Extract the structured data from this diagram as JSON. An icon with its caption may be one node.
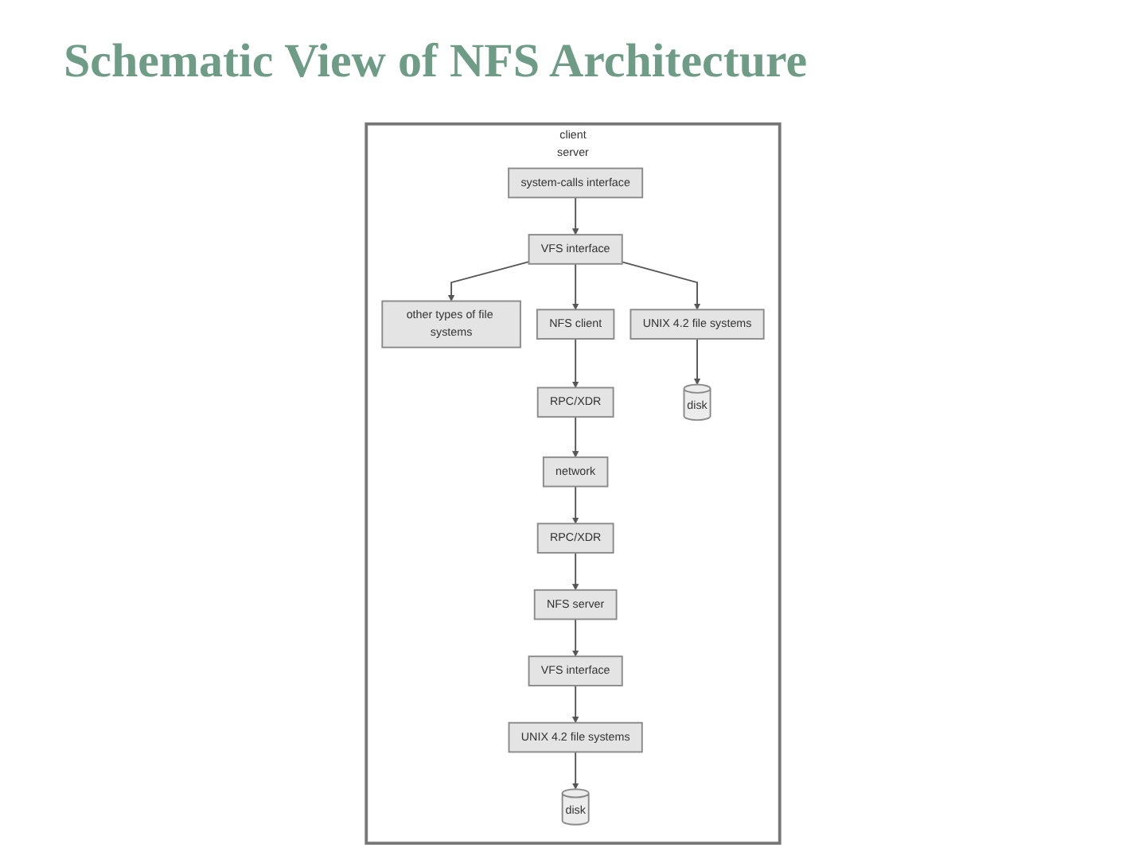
{
  "diagram": {
    "title": "Schematic View of NFS Architecture",
    "nodes": [
      {
        "text": [
          "client",
          "server"
        ]
      },
      {
        "text": [
          "system-calls interface"
        ],
        "in": 0
      },
      {
        "text": [
          "VFS interface"
        ],
        "in": 0
      },
      {
        "text": [
          "VFS interface"
        ],
        "in": 0
      },
      {
        "text": [
          "other types of file systems"
        ],
        "in": 0
      },
      {
        "text": [
          "UNIX 4.2 file systems"
        ],
        "in": 0
      },
      {
        "text": [
          "NFS client"
        ],
        "in": 0
      },
      {
        "text": [
          "NFS server"
        ],
        "in": 0
      },
      {
        "text": [
          "UNIX 4.2 file systems"
        ],
        "in": 0
      },
      {
        "text": [
          "RPC/XDR"
        ],
        "in": 0
      },
      {
        "text": [
          "RPC/XDR"
        ],
        "in": 0
      },
      {
        "text": [
          "disk"
        ],
        "in": 0
      },
      {
        "text": [
          "disk"
        ],
        "in": 0
      },
      {
        "text": [
          "network"
        ],
        "in": 0
      }
    ],
    "edges": [
      {
        "from": 1,
        "to": 2,
        "arrow": "to"
      },
      {
        "from": 2,
        "to": 4,
        "arrow": "to"
      },
      {
        "from": 2,
        "to": 5,
        "arrow": "to"
      },
      {
        "from": 2,
        "to": 6,
        "arrow": "to"
      },
      {
        "from": 6,
        "to": 9,
        "arrow": "to"
      },
      {
        "from": 9,
        "to": 13,
        "arrow": "to"
      },
      {
        "from": 13,
        "to": 10,
        "arrow": "to"
      },
      {
        "from": 10,
        "to": 7,
        "arrow": "to"
      },
      {
        "from": 7,
        "to": 3,
        "arrow": "to"
      },
      {
        "from": 3,
        "to": 8,
        "arrow": "to"
      },
      {
        "from": 5,
        "to": 11,
        "arrow": "to"
      },
      {
        "from": 8,
        "to": 12,
        "arrow": "to"
      }
    ]
  }
}
